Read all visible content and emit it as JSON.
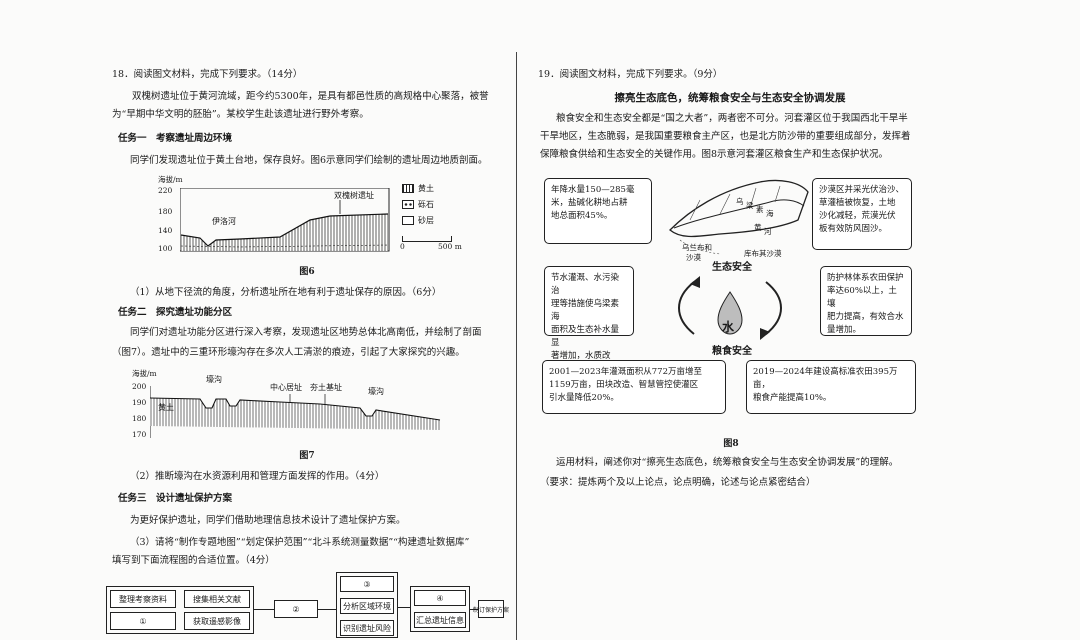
{
  "q18": {
    "intro": "18．阅读图文材料，完成下列要求。（14分）",
    "para1": "双槐树遗址位于黄河流域，距今约5300年，是具有都邑性质的高规格中心聚落，被誉",
    "para2": "为“早期中华文明的胚胎”。某校学生赴该遗址进行野外考察。",
    "task1_title": "任务一　考察遗址周边环境",
    "task1_text": "同学们发现遗址位于黄土台地，保存良好。图6示意同学们绘制的遗址周边地质剖面。",
    "fig6": {
      "ylabel": "海拔/m",
      "ticks": [
        "220",
        "180",
        "140",
        "100"
      ],
      "site_label": "双槐树遗址",
      "river_label": "伊洛河",
      "legend": [
        "黄土",
        "砾石",
        "砂层"
      ],
      "scale_start": "0",
      "scale_end": "500 m",
      "caption": "图6"
    },
    "sub1": "（1）从地下径流的角度，分析遗址所在地有利于遗址保存的原因。（6分）",
    "task2_title": "任务二　探究遗址功能分区",
    "task2_text1": "同学们对遗址功能分区进行深入考察，发现遗址区地势总体北高南低，并绘制了剖面",
    "task2_text2": "（图7）。遗址中的三重环形壕沟存在多次人工清淤的痕迹，引起了大家探究的兴趣。",
    "fig7": {
      "ylabel": "海拔/m",
      "ticks": [
        "200",
        "190",
        "180",
        "170"
      ],
      "labels": [
        "壕沟",
        "中心居址",
        "夯土基址",
        "壕沟",
        "黄土"
      ],
      "caption": "图7"
    },
    "sub2": "（2）推断壕沟在水资源利用和管理方面发挥的作用。（4分）",
    "task3_title": "任务三　设计遗址保护方案",
    "task3_text": "为更好保护遗址，同学们借助地理信息技术设计了遗址保护方案。",
    "sub3_line1": "（3）请将“制作专题地图”“划定保护范围”“北斗系统测量数据”“构建遗址数据库”",
    "sub3_line2": "填写到下面流程图的合适位置。（4分）",
    "flow": {
      "box_a": "整理考察资料",
      "box_b": "搜集相关文献",
      "box_c": "①",
      "box_d": "获取遥感影像",
      "box_e": "②",
      "box_f": "③",
      "box_g": "分析区域环境",
      "box_h": "识别遗址风险",
      "box_i": "④",
      "box_j": "汇总遗址信息",
      "box_k": "制订保护方案"
    }
  },
  "q19": {
    "intro": "19．阅读图文材料，完成下列要求。（9分）",
    "title": "擦亮生态底色，统筹粮食安全与生态安全协调发展",
    "para1": "粮食安全和生态安全都是“国之大者”，两者密不可分。河套灌区位于我国西北干旱半",
    "para2": "干旱地区，生态脆弱，是我国重要粮食主产区，也是北方防沙带的重要组成部分，发挥着",
    "para3": "保障粮食供给和生态安全的关键作用。图8示意河套灌区粮食生产和生态保护状况。",
    "fig8": {
      "note_tl": [
        "年降水量150—285毫",
        "米，盐碱化耕地占耕",
        "地总面积45%。"
      ],
      "note_tr": [
        "沙漠区并采光伏治沙、",
        "草灌植被恢复，土地",
        "沙化减轻，荒漠光伏",
        "板有效防风固沙。"
      ],
      "note_ml": [
        "节水灌溉、水污染治",
        "理等措施使乌梁素海",
        "面积及生态补水量显",
        "著增加，水质改善。"
      ],
      "note_mr": [
        "防护林体系农田保护",
        "率达60%以上，土壤",
        "肥力提高，有效合水",
        "量增加。"
      ],
      "note_bl": [
        "2001—2023年灌溉面积从772万亩增至",
        "1159万亩，田块改造、智慧管控使灌区",
        "引水量降低20%。"
      ],
      "note_br": [
        "2019—2024年建设高标准农田395万亩，",
        "粮食产能提高10%。"
      ],
      "map_labels": [
        "乌兰布和",
        "沙漠",
        "库布其沙漠",
        "黄",
        "河",
        "乌",
        "梁",
        "素",
        "海"
      ],
      "cycle_top": "生态安全",
      "cycle_bottom": "粮食安全",
      "cycle_center": "水",
      "caption": "图8"
    },
    "question": "运用材料，阐述你对“擦亮生态底色，统筹粮食安全与生态安全协调发展”的理解。",
    "requirement": "（要求：提炼两个及以上论点，论点明确，论述与论点紧密结合）"
  }
}
